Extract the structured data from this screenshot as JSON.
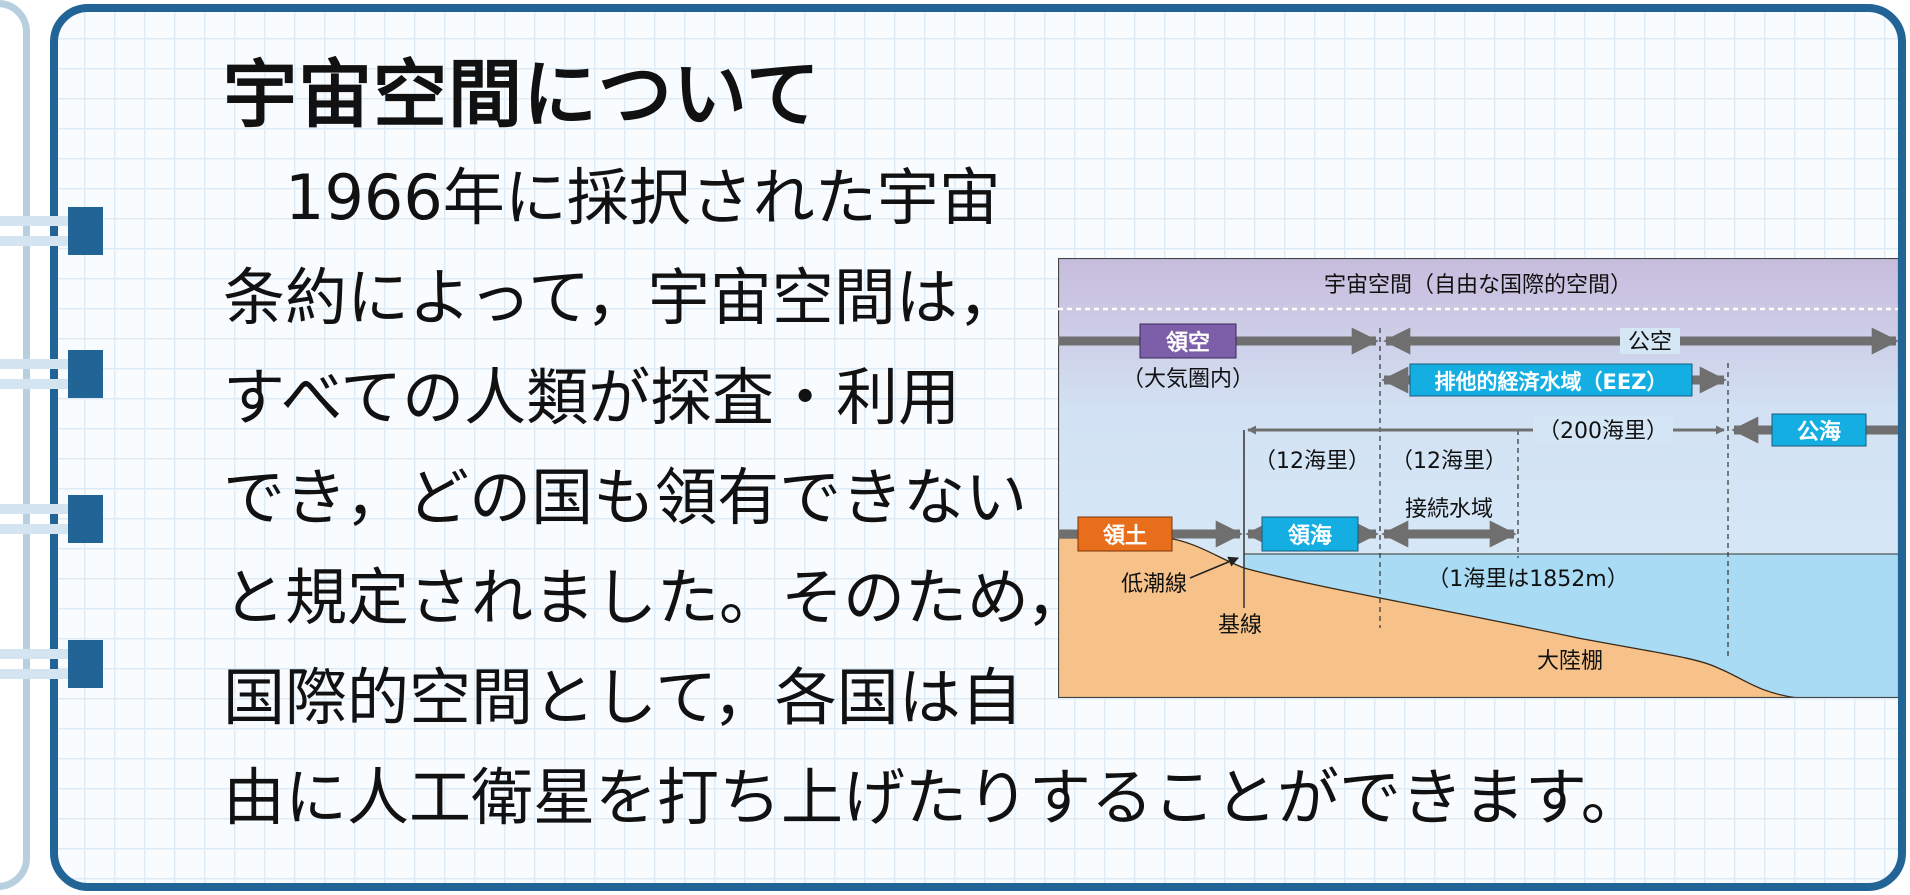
{
  "page": {
    "title": "宇宙空間について",
    "body_lines": [
      "　1966年に採択された宇宙",
      "条約によって，宇宙空間は，",
      "すべての人類が探査・利用",
      "でき，どの国も領有できない",
      "と規定されました。そのため，",
      "国際的空間として，各国は自",
      "由に人工衛星を打ち上げたりすることができます。"
    ]
  },
  "diagram": {
    "space_label": "宇宙空間（自由な国際的空間）",
    "territorial_air": "領空",
    "atmosphere_note": "（大気圏内）",
    "open_air": "公空",
    "eez": "排他的経済水域（EEZ）",
    "nm200": "（200海里）",
    "high_seas": "公海",
    "nm12_a": "（12海里）",
    "nm12_b": "（12海里）",
    "contiguous_zone": "接続水域",
    "territory": "領土",
    "territorial_sea": "領海",
    "low_tide_line": "低潮線",
    "nautical_mile_note": "（1海里は1852m）",
    "baseline": "基線",
    "continental_shelf": "大陸棚",
    "colors": {
      "purple_label": "#7d5ea8",
      "cyan_label": "#14aee3",
      "orange_label": "#e96e1c",
      "arrow_gray": "#6f6f6f",
      "land": "#f6c289",
      "sea": "#a9dcf4"
    }
  }
}
